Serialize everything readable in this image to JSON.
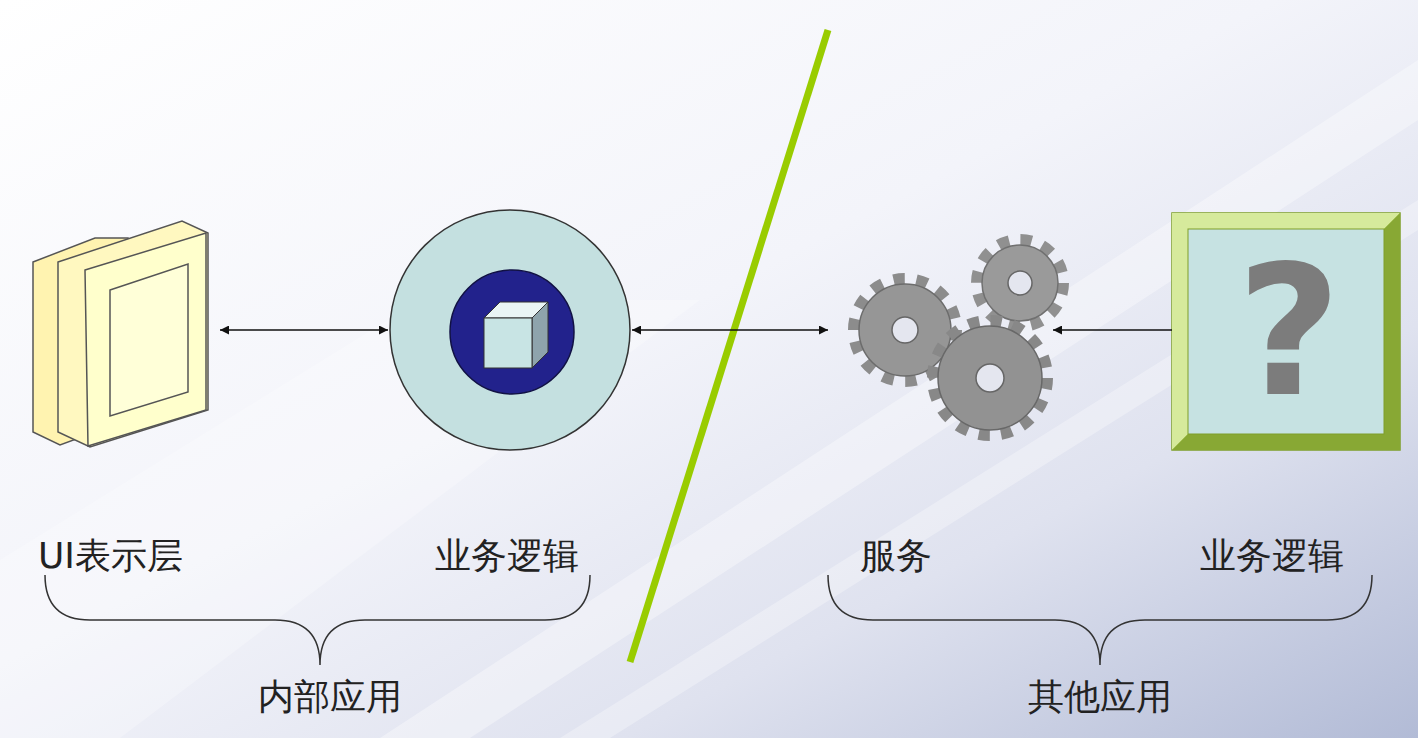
{
  "diagram": {
    "nodes": [
      {
        "text": [
          "UI表示层"
        ]
      },
      {
        "text": [
          "业务逻辑"
        ]
      },
      {
        "text": [
          "服务"
        ]
      },
      {
        "text": [
          "?",
          "业务逻辑"
        ]
      }
    ],
    "edges": [
      {
        "from": 0,
        "to": 1,
        "arrow": "both"
      },
      {
        "from": 1,
        "to": 2,
        "arrow": "both"
      },
      {
        "from": 3,
        "to": 2,
        "arrow": "to"
      }
    ],
    "labels": [
      "内部应用",
      "其他应用"
    ]
  }
}
